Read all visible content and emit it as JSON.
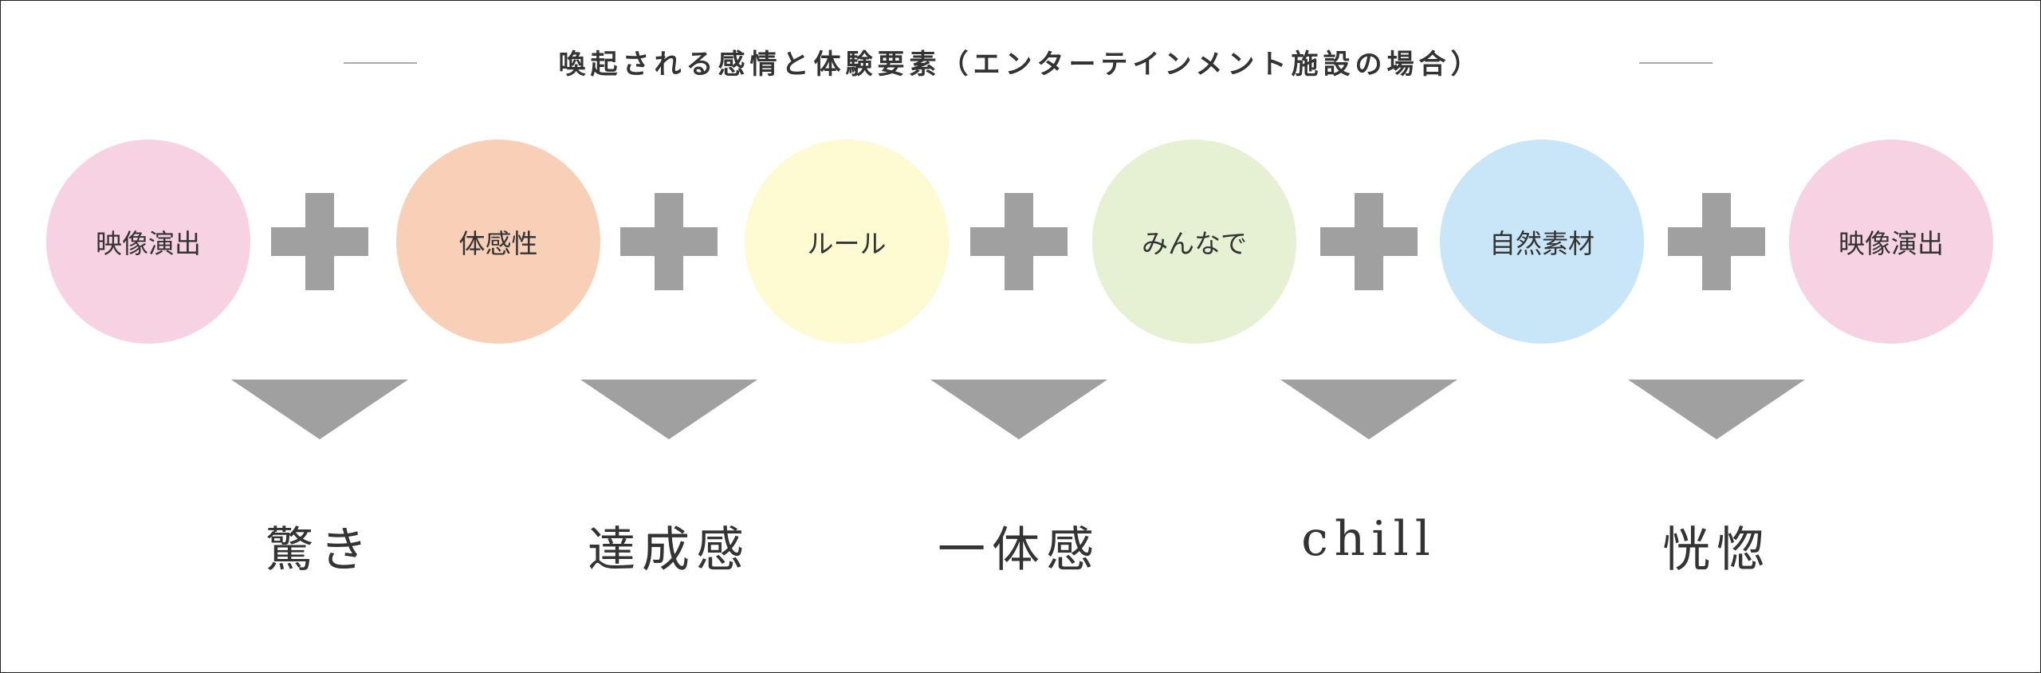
{
  "title": "喚起される感情と体験要素（エンターテインメント施設の場合）",
  "elements": [
    {
      "label": "映像演出",
      "color": "#f7d2e3"
    },
    {
      "label": "体感性",
      "color": "#f8d0b8"
    },
    {
      "label": "ルール",
      "color": "#fefad2"
    },
    {
      "label": "みんなで",
      "color": "#e6f0d2"
    },
    {
      "label": "自然素材",
      "color": "#c9e6f8"
    },
    {
      "label": "映像演出",
      "color": "#f7d2e3"
    }
  ],
  "emotions": [
    "驚き",
    "達成感",
    "一体感",
    "chill",
    "恍惚"
  ],
  "colors": {
    "operator": "#a0a0a0",
    "text": "#333333"
  }
}
